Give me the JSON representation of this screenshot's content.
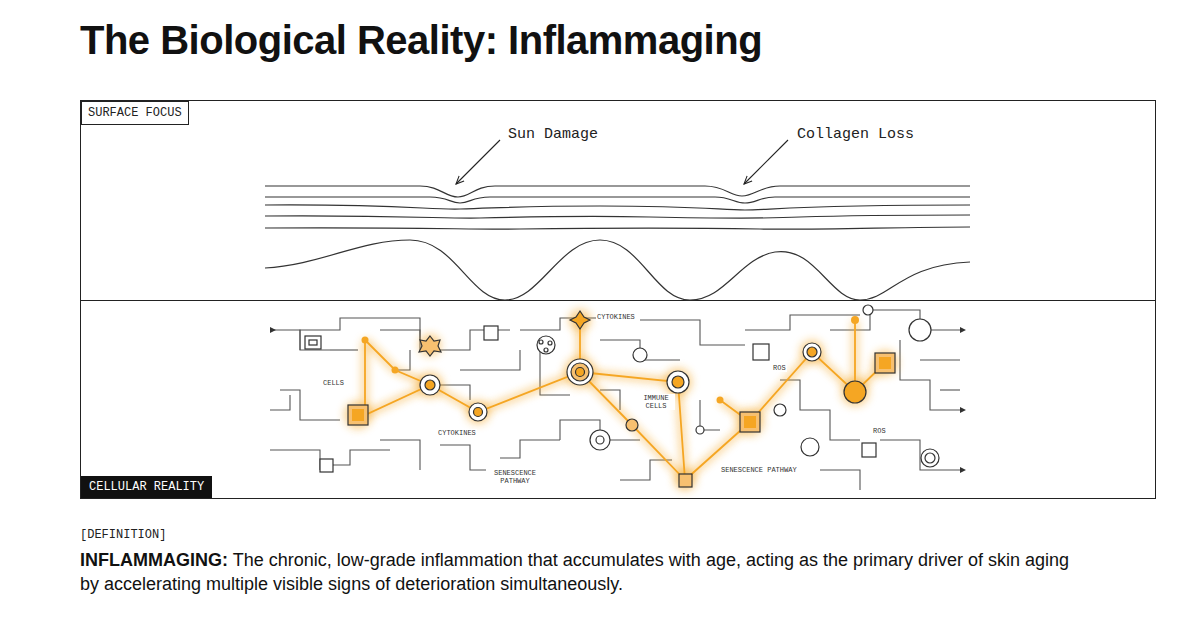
{
  "diagram": {
    "title": "The Biological Reality: Inflammaging",
    "nodes": [
      {
        "text": [
          "SURFACE FOCUS"
        ]
      },
      {
        "text": [
          "CELLULAR REALITY"
        ]
      }
    ],
    "labels": [
      "Sun Damage",
      "Collagen Loss",
      "CYTOKINES",
      "CELLS",
      "CYTOKINES",
      "IMMUNE CELLS",
      "ROS",
      "ROS",
      "SENESCENCE PATHWAY",
      "SENESCENCE PATHWAY",
      "[DEFINITION]",
      "INFLAMMAGING:",
      "The chronic, low-grade inflammation that accumulates with age, acting as the primary driver of skin aging by accelerating multiple visible signs of deterioration simultaneously."
    ]
  }
}
